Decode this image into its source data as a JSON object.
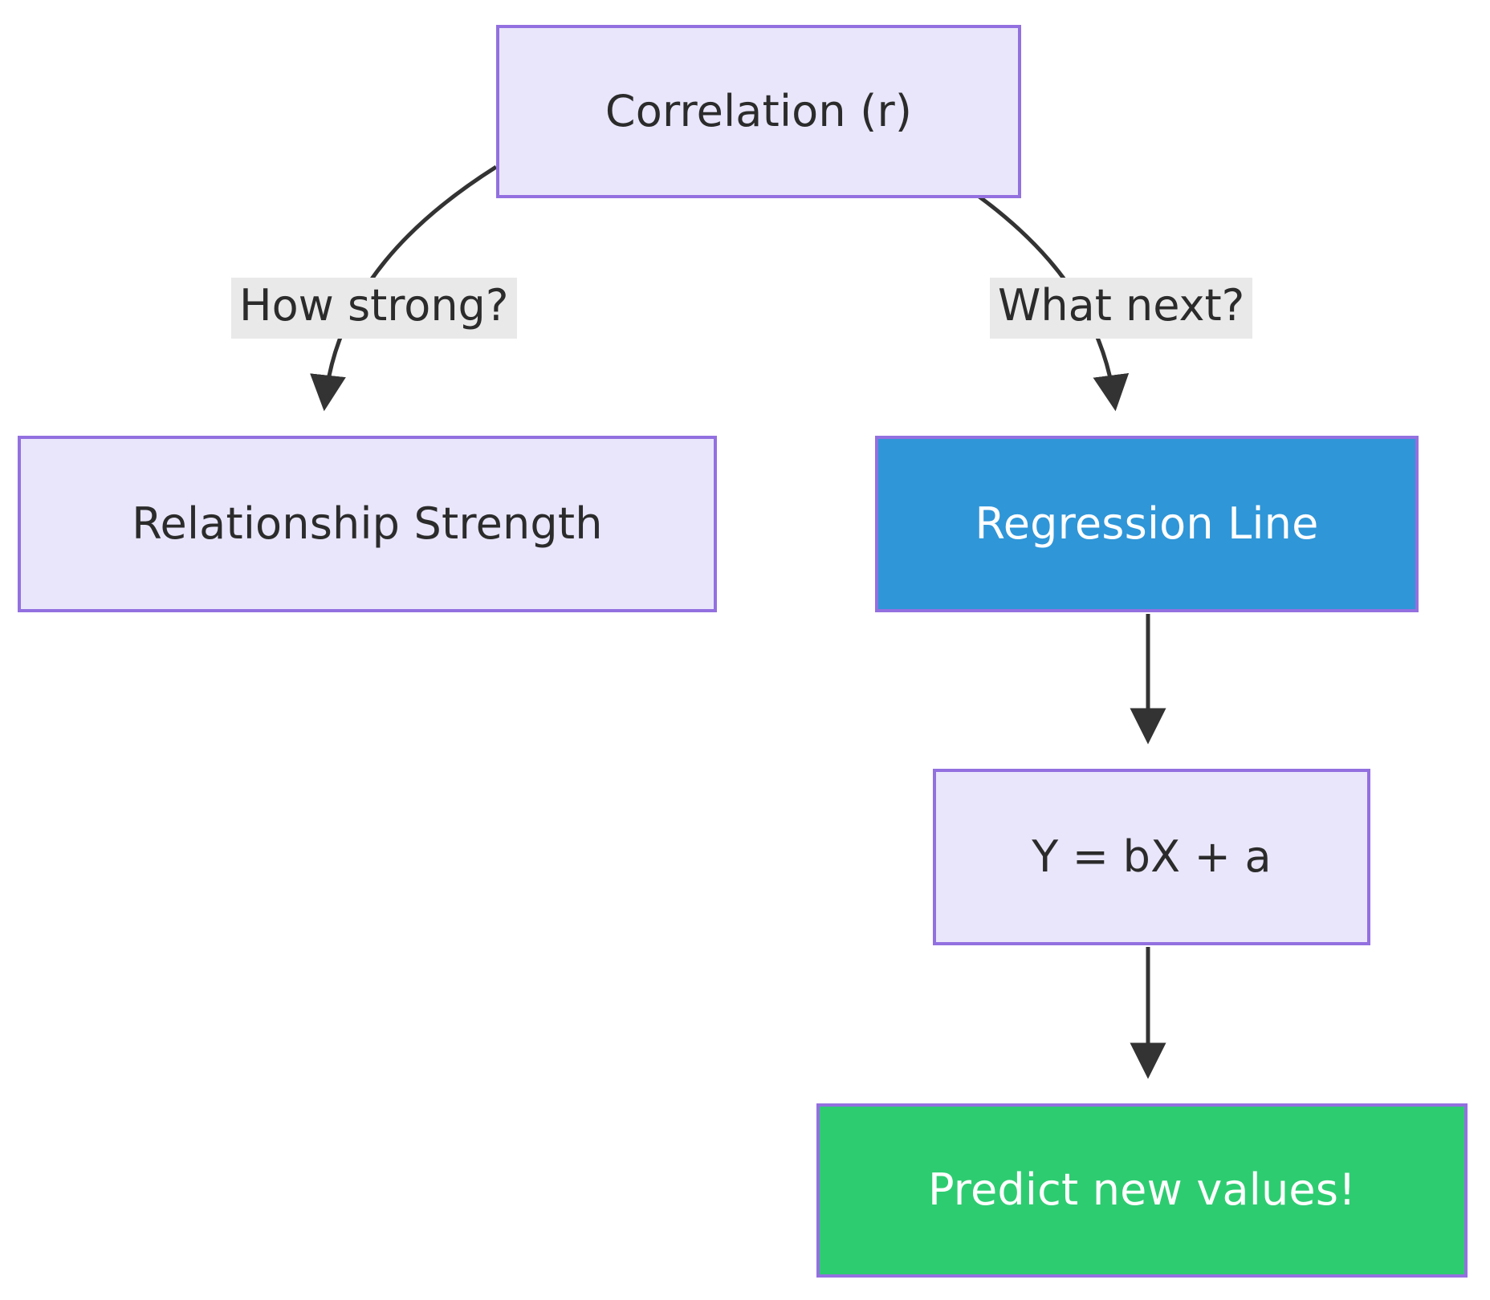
{
  "diagram": {
    "title": "Correlation to Regression Flowchart",
    "type": "flowchart",
    "direction": "top-down",
    "colors": {
      "node_fill": "#e9e6fb",
      "node_border": "#9370e0",
      "accent_blue": "#2f96d8",
      "accent_green": "#2ecc71",
      "edge_stroke": "#333333",
      "label_bg": "#e9e9e9",
      "text_dark": "#2b2b2b",
      "text_light": "#ffffff",
      "background": "#ffffff"
    },
    "nodes": [
      {
        "id": "correlation",
        "label": "Correlation (r)",
        "style": "default"
      },
      {
        "id": "strength",
        "label": "Relationship Strength",
        "style": "default"
      },
      {
        "id": "regression",
        "label": "Regression Line",
        "style": "accent-blue"
      },
      {
        "id": "formula",
        "label": "Y = bX + a",
        "style": "default"
      },
      {
        "id": "predict",
        "label": "Predict new values!",
        "style": "accent-green"
      }
    ],
    "edges": [
      {
        "from": "correlation",
        "to": "strength",
        "label": "How strong?",
        "arrow": "arrow"
      },
      {
        "from": "correlation",
        "to": "regression",
        "label": "What next?",
        "arrow": "arrow"
      },
      {
        "from": "regression",
        "to": "formula",
        "label": "",
        "arrow": "arrow"
      },
      {
        "from": "formula",
        "to": "predict",
        "label": "",
        "arrow": "arrow"
      }
    ]
  }
}
